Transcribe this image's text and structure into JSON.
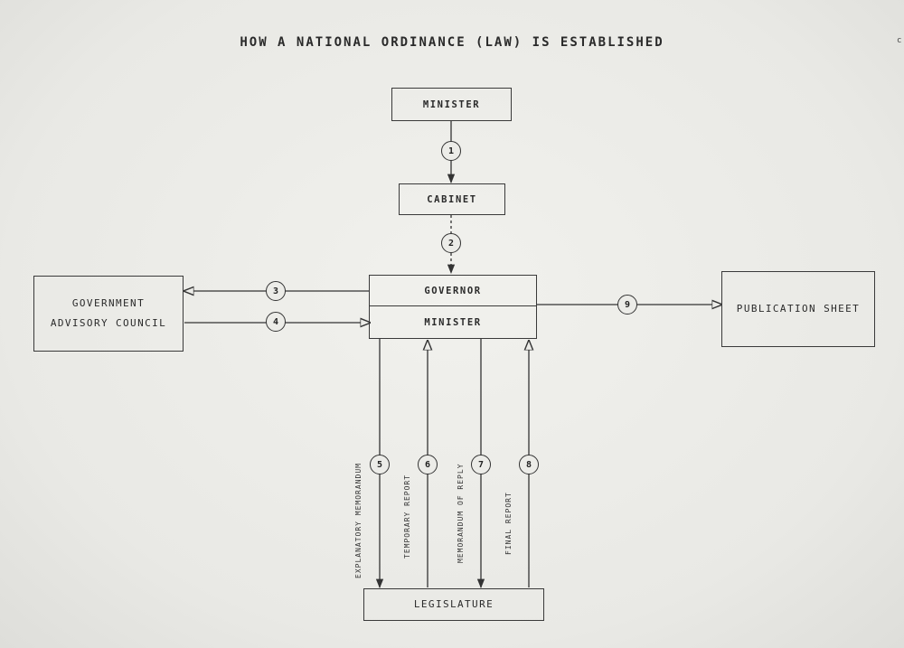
{
  "title": "HOW A NATIONAL ORDINANCE (LAW) IS ESTABLISHED",
  "corner_mark": "c",
  "boxes": {
    "minister_top": "MINISTER",
    "cabinet": "CABINET",
    "governor": "GOVERNOR",
    "minister_mid": "MINISTER",
    "advisory_line1": "GOVERNMENT",
    "advisory_line2": "ADVISORY COUNCIL",
    "publication": "PUBLICATION SHEET",
    "legislature": "LEGISLATURE"
  },
  "steps": [
    "1",
    "2",
    "3",
    "4",
    "5",
    "6",
    "7",
    "8",
    "9"
  ],
  "vertical_labels": {
    "explanatory": "EXPLANATORY MEMORANDUM",
    "temporary": "TEMPORARY REPORT",
    "reply": "MEMORANDUM OF REPLY",
    "final": "FINAL REPORT"
  }
}
